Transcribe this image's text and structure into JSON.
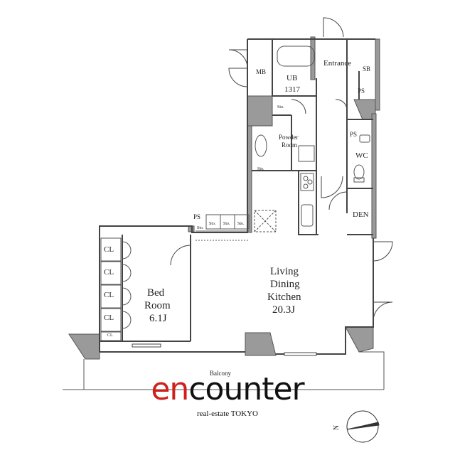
{
  "rooms": {
    "entrance": "Entrance",
    "sb": "SB",
    "ps_top": "PS",
    "mb": "MB",
    "ub_line1": "UB",
    "ub_line2": "1317",
    "sto_bath": "Sto.",
    "powder_line1": "Powder",
    "powder_line2": "Room",
    "sto_powder": "Sto.",
    "ps_wc": "PS",
    "wc": "WC",
    "den": "DEN",
    "ps_left": "PS",
    "sto_1": "Sto.",
    "sto_2": "Sto.",
    "sto_3": "Sto.",
    "sto_4": "Sto.",
    "ldk_line1": "Living",
    "ldk_line2": "Dining",
    "ldk_line3": "Kitchen",
    "ldk_line4": "20.3J",
    "bed_line1": "Bed",
    "bed_line2": "Room",
    "bed_line3": "6.1J",
    "cl_1": "CL",
    "cl_2": "CL",
    "cl_3": "CL",
    "cl_4": "CL",
    "cl_5": "CL",
    "balcony": "Balcony"
  },
  "logo": {
    "accent_text": "en",
    "main_text": "counter",
    "sub_text": "real-estate TOKYO",
    "accent_color": "#d0201c"
  },
  "compass": {
    "label": "N"
  }
}
